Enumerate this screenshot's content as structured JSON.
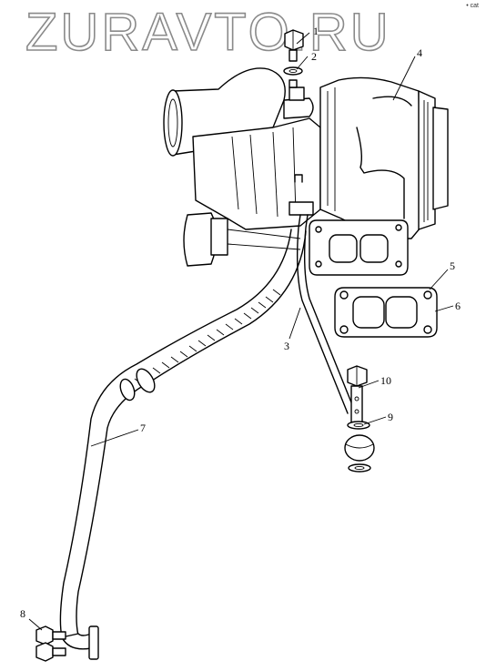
{
  "watermark": "ZURAVTO.RU",
  "corner_mark": "• cat",
  "callouts": {
    "c1": "1",
    "c2": "2",
    "c3": "3",
    "c4": "4",
    "c5": "5",
    "c6": "6",
    "c7": "7",
    "c8": "8",
    "c9": "9",
    "c10": "10"
  }
}
